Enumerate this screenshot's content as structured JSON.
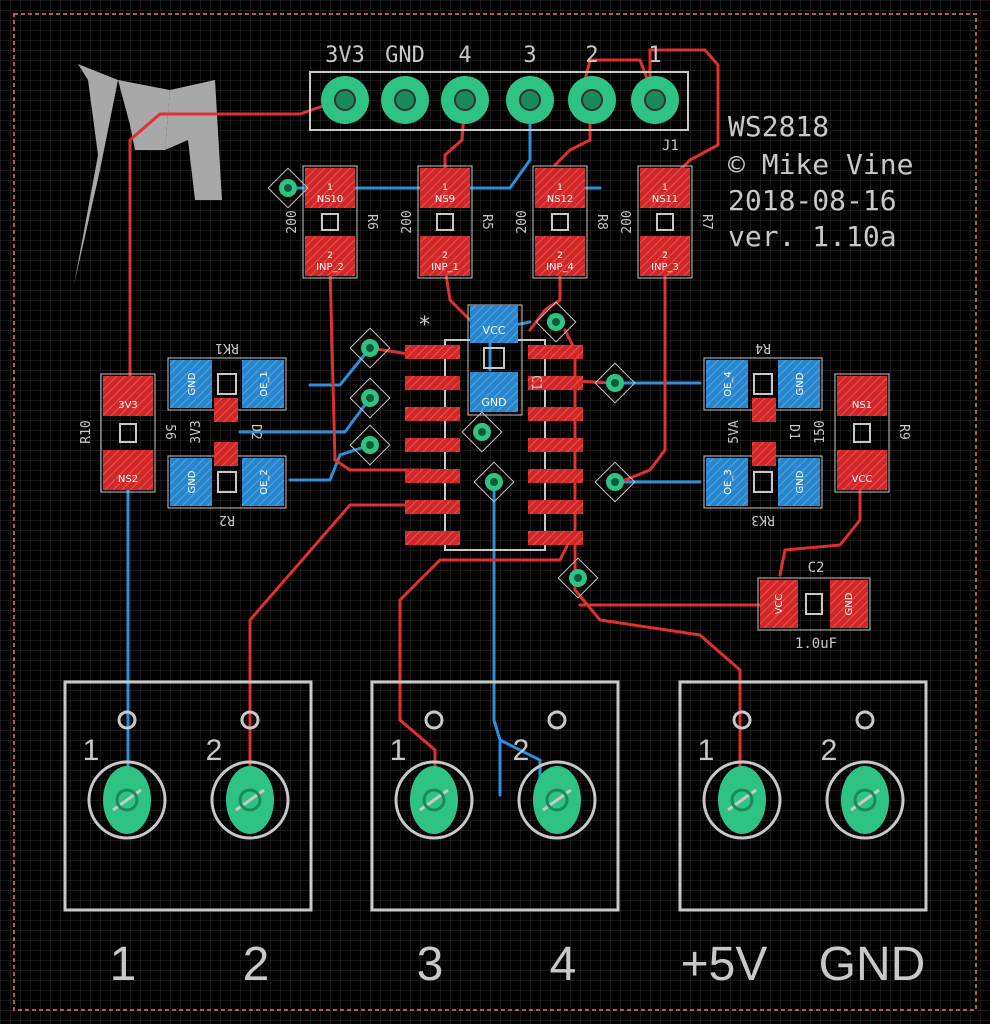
{
  "board": {
    "background": "#000000",
    "grid_color": "#3a3a3a",
    "outline_color": "#b85a4a",
    "colors": {
      "top_copper": "#e03030",
      "bottom_copper": "#2e8fd8",
      "via": "#2ec285",
      "silkscreen": "#c8c8c8"
    }
  },
  "logo": {
    "icon": "m-logo-icon"
  },
  "header_pins": {
    "ref": "J1",
    "labels": [
      "3V3",
      "GND",
      "4",
      "3",
      "2",
      "1"
    ]
  },
  "board_text": {
    "line1": "WS2818",
    "line2": "© Mike Vine",
    "line3": "2018-08-16",
    "line4": "ver. 1.10a"
  },
  "resistors": [
    {
      "ref": "R6",
      "value": "200",
      "pin1": "NS10",
      "pin2": "INP_2"
    },
    {
      "ref": "R5",
      "value": "200",
      "pin1": "NS9",
      "pin2": "INP_1"
    },
    {
      "ref": "R8",
      "value": "200",
      "pin1": "NS12",
      "pin2": "INP_4"
    },
    {
      "ref": "R7",
      "value": "200",
      "pin1": "NS11",
      "pin2": "INP_3"
    }
  ],
  "left_components": {
    "r_vertical": {
      "ref": "R10",
      "value": "56",
      "pin1": "3V3",
      "pin2": "NS2"
    },
    "rk_top": {
      "ref": "RK1",
      "pin1": "GND",
      "pin2": "OE_1"
    },
    "rk_bottom": {
      "ref": "R2",
      "pin1": "GND",
      "pin2": "OE_2"
    },
    "center": {
      "ref": "D2",
      "value": "3V3"
    }
  },
  "right_components": {
    "r_vertical": {
      "ref": "R9",
      "value": "150",
      "pin1": "NS1",
      "pin2": "VCC"
    },
    "rk_top": {
      "ref": "R4",
      "pin1": "OE_4",
      "pin2": "GND"
    },
    "rk_bottom": {
      "ref": "RK3",
      "pin1": "OE_3",
      "pin2": "GND"
    },
    "center": {
      "ref": "D1",
      "value": "5VA"
    }
  },
  "ic": {
    "marker": "*"
  },
  "cap_c1": {
    "ref": "C1",
    "pin1": "VCC",
    "pin2": "GND"
  },
  "cap_c2": {
    "ref": "C2",
    "value": "1.0uF",
    "pin1": "VCC",
    "pin2": "GND"
  },
  "terminals": [
    {
      "pin1": "1",
      "pin2": "2",
      "label_left": "1",
      "label_right": "2"
    },
    {
      "pin1": "1",
      "pin2": "2",
      "label_left": "3",
      "label_right": "4"
    },
    {
      "pin1": "1",
      "pin2": "2",
      "label_left": "+5V",
      "label_right": "GND"
    }
  ]
}
